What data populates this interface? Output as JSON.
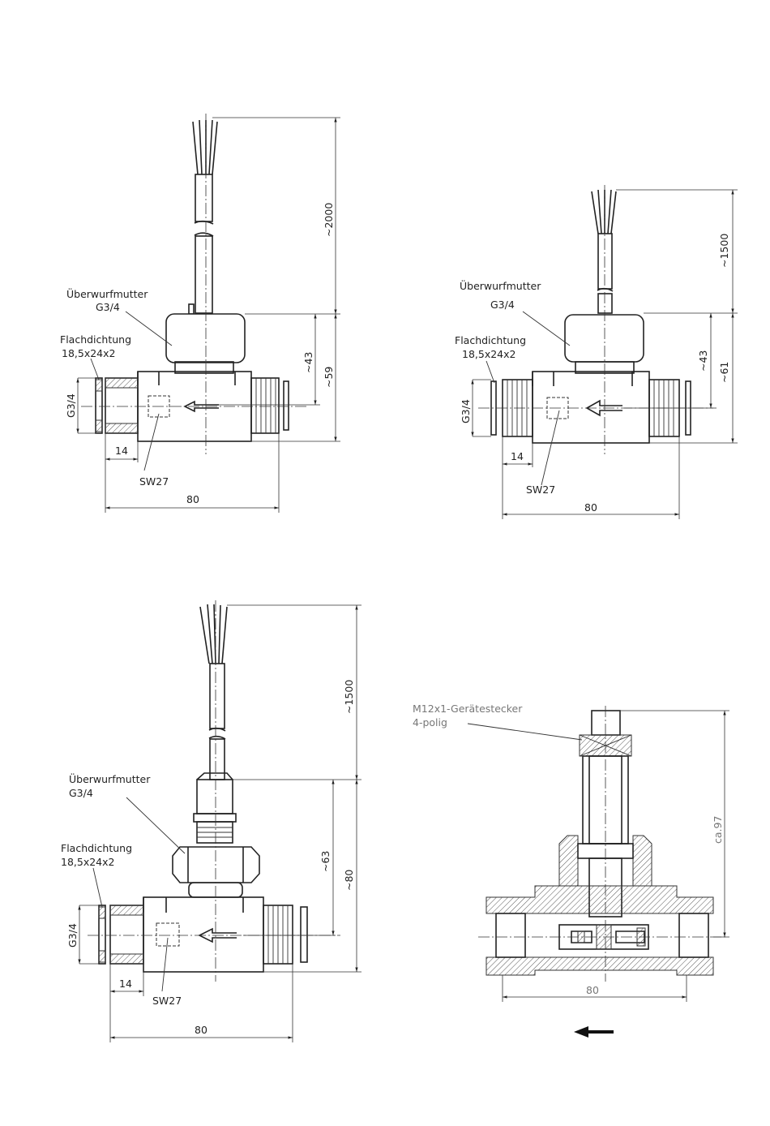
{
  "drawings": {
    "view_a": {
      "nut_label_1": "Überwurfmutter",
      "nut_label_2": "G3/4",
      "seal_label_1": "Flachdichtung",
      "seal_label_2": "18,5x24x2",
      "thread": "G3/4",
      "wrench": "SW27",
      "dim_cable": "~2000",
      "dim_43": "~43",
      "dim_59": "~59",
      "dim_14": "14",
      "dim_80": "80"
    },
    "view_b": {
      "nut_label_1": "Überwurfmutter",
      "nut_label_2": "G3/4",
      "seal_label_1": "Flachdichtung",
      "seal_label_2": "18,5x24x2",
      "thread": "G3/4",
      "wrench": "SW27",
      "dim_cable": "~1500",
      "dim_43": "~43",
      "dim_61": "~61",
      "dim_14": "14",
      "dim_80": "80"
    },
    "view_c": {
      "nut_label_1": "Überwurfmutter",
      "nut_label_2": "G3/4",
      "seal_label_1": "Flachdichtung",
      "seal_label_2": "18,5x24x2",
      "thread": "G3/4",
      "wrench": "SW27",
      "dim_cable": "~1500",
      "dim_63": "~63",
      "dim_80v": "~80",
      "dim_14": "14",
      "dim_80": "80"
    },
    "view_d": {
      "connector_label_1": "M12x1-Gerätestecker",
      "connector_label_2": "4-polig",
      "dim_97": "ca.97",
      "dim_80": "80",
      "flow_arrow": "arrow-left-icon"
    }
  }
}
